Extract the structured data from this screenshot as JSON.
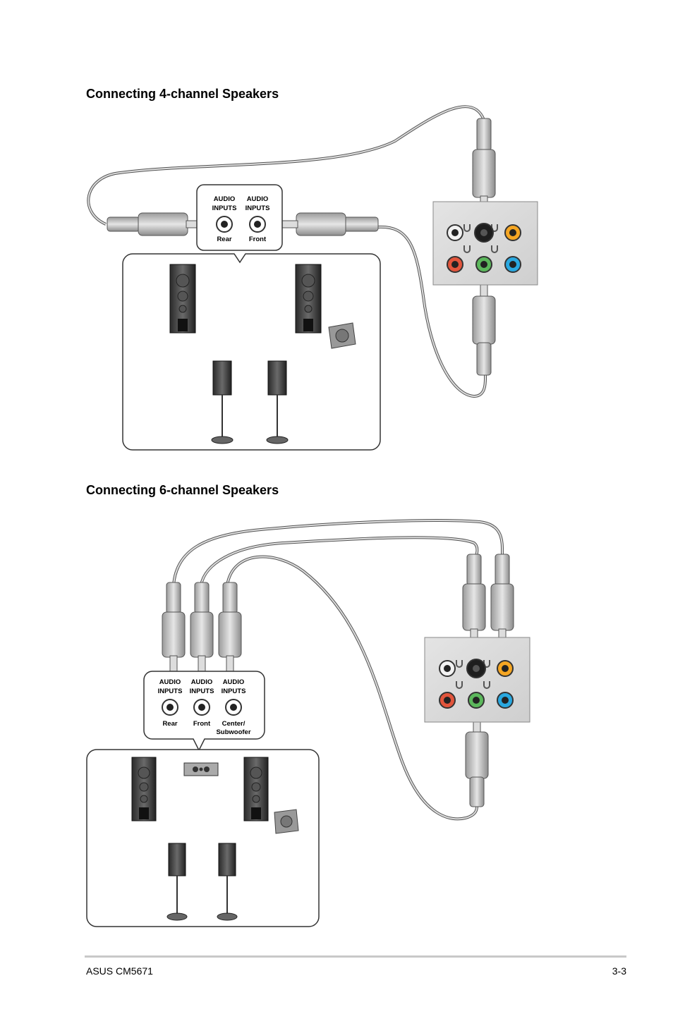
{
  "section1": {
    "title": "Connecting 4-channel Speakers",
    "jack_box": {
      "inputs": [
        {
          "line1": "AUDIO",
          "line2": "INPUTS",
          "caption": "Rear"
        },
        {
          "line1": "AUDIO",
          "line2": "INPUTS",
          "caption": "Front"
        }
      ]
    }
  },
  "section2": {
    "title": "Connecting 6-channel Speakers",
    "jack_box": {
      "inputs": [
        {
          "line1": "AUDIO",
          "line2": "INPUTS",
          "caption": "Rear"
        },
        {
          "line1": "AUDIO",
          "line2": "INPUTS",
          "caption": "Front"
        },
        {
          "line1": "AUDIO",
          "line2": "INPUTS",
          "caption": "Center/",
          "caption2": "Subwoofer"
        }
      ]
    }
  },
  "audio_panel": {
    "port_colors": {
      "white": "#f2f2f2",
      "black": "#1e1e1e",
      "orange": "#f5a623",
      "red": "#e2553c",
      "green": "#5cb85c",
      "blue": "#29a8e0"
    }
  },
  "footer": {
    "product": "ASUS CM5671",
    "page": "3-3"
  }
}
